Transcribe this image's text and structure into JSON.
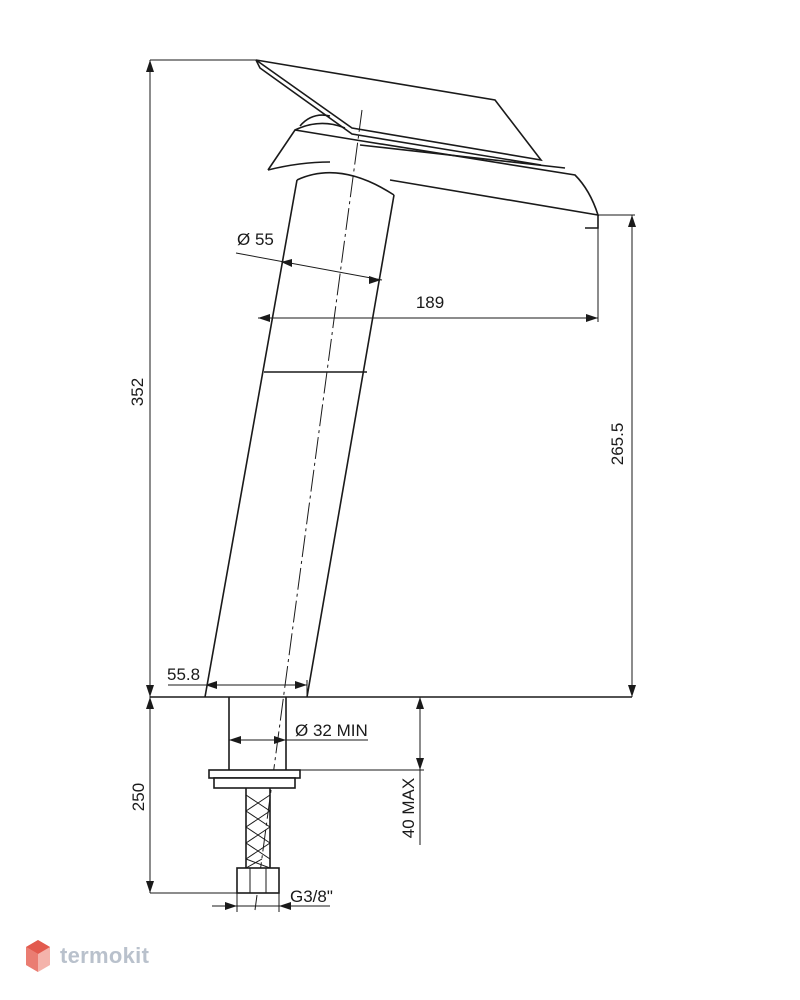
{
  "dimensions": {
    "total_height": "352",
    "spout_height": "265.5",
    "spout_reach": "189",
    "body_diameter": "Ø 55",
    "base_offset": "55.8",
    "hole_diameter": "Ø 32 MIN",
    "below_counter_length": "250",
    "max_counter_thickness": "40 MAX",
    "connector_thread": "G3/8\""
  },
  "brand": {
    "name": "termokit"
  },
  "colors": {
    "line": "#1a1a1a",
    "brand_text": "#b9c1cc",
    "logo_red": "#e25a4e",
    "logo_light": "#f4b3ab"
  }
}
